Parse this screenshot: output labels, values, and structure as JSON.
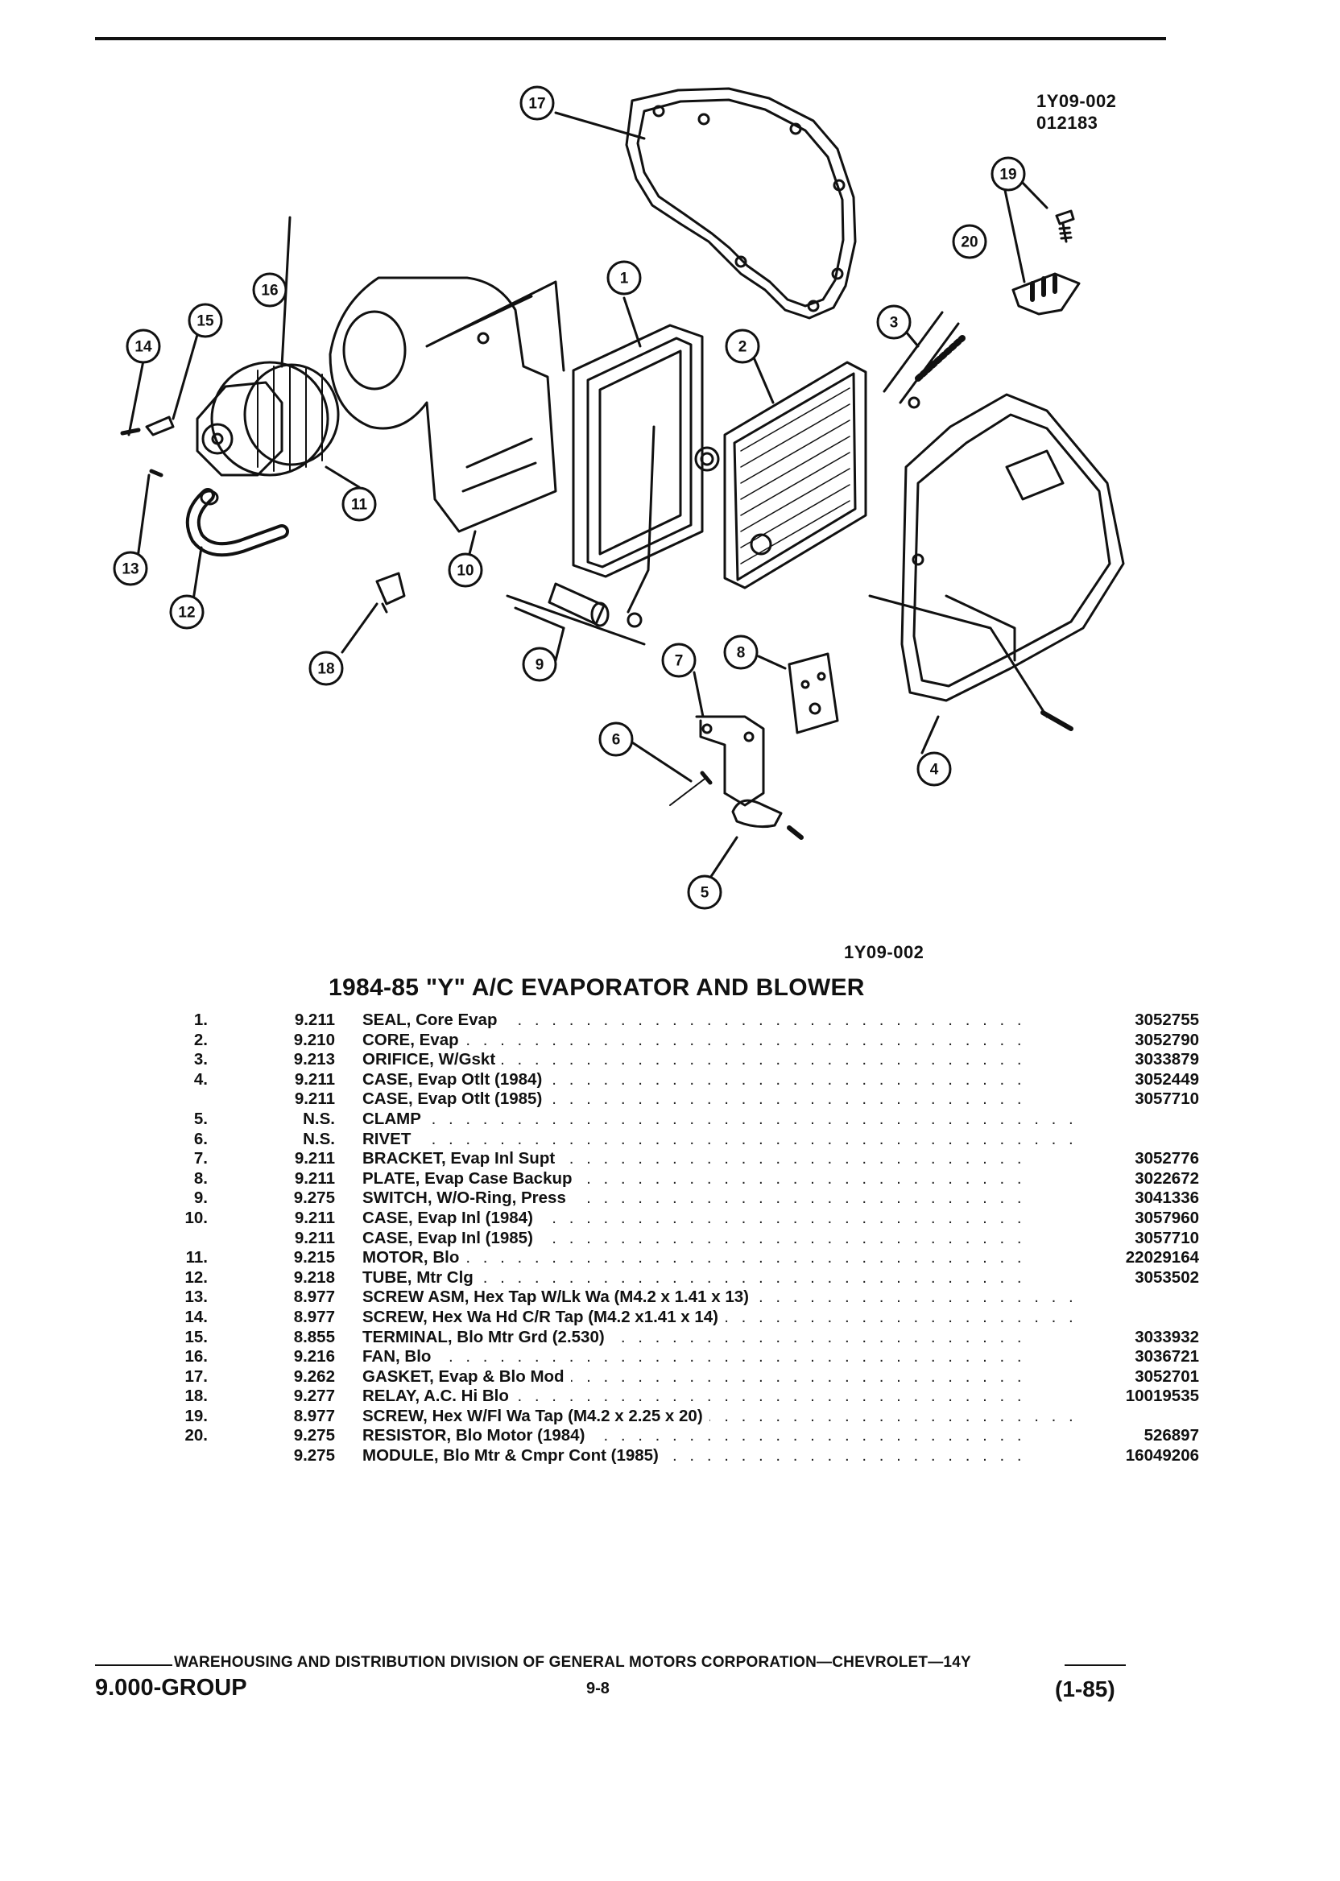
{
  "figure": {
    "id_top": "1Y09-002",
    "code_top": "012183",
    "id_bottom": "1Y09-002",
    "callouts": [
      "1",
      "2",
      "3",
      "4",
      "5",
      "6",
      "7",
      "8",
      "9",
      "10",
      "11",
      "12",
      "13",
      "14",
      "15",
      "16",
      "17",
      "18",
      "19",
      "20"
    ]
  },
  "section_title": "1984-85 \"Y\" A/C EVAPORATOR AND BLOWER",
  "parts": [
    {
      "num": "1.",
      "group": "9.211",
      "desc": "SEAL, Core Evap",
      "part": "3052755"
    },
    {
      "num": "2.",
      "group": "9.210",
      "desc": "CORE, Evap",
      "part": "3052790"
    },
    {
      "num": "3.",
      "group": "9.213",
      "desc": "ORIFICE, W/Gskt",
      "part": "3033879"
    },
    {
      "num": "4.",
      "group": "9.211",
      "desc": "CASE, Evap Otlt (1984)",
      "part": "3052449"
    },
    {
      "num": "",
      "group": "9.211",
      "desc": "CASE, Evap Otlt (1985)",
      "part": "3057710"
    },
    {
      "num": "5.",
      "group": "N.S.",
      "desc": "CLAMP",
      "part": ""
    },
    {
      "num": "6.",
      "group": "N.S.",
      "desc": "RIVET",
      "part": ""
    },
    {
      "num": "7.",
      "group": "9.211",
      "desc": "BRACKET, Evap Inl Supt",
      "part": "3052776"
    },
    {
      "num": "8.",
      "group": "9.211",
      "desc": "PLATE, Evap Case Backup",
      "part": "3022672"
    },
    {
      "num": "9.",
      "group": "9.275",
      "desc": "SWITCH, W/O-Ring, Press",
      "part": "3041336"
    },
    {
      "num": "10.",
      "group": "9.211",
      "desc": "CASE, Evap Inl (1984)",
      "part": "3057960"
    },
    {
      "num": "",
      "group": "9.211",
      "desc": "CASE, Evap Inl (1985)",
      "part": "3057710"
    },
    {
      "num": "11.",
      "group": "9.215",
      "desc": "MOTOR, Blo",
      "part": "22029164"
    },
    {
      "num": "12.",
      "group": "9.218",
      "desc": "TUBE, Mtr Clg",
      "part": "3053502"
    },
    {
      "num": "13.",
      "group": "8.977",
      "desc": "SCREW ASM, Hex Tap W/Lk Wa (M4.2 x 1.41 x 13)",
      "part": ""
    },
    {
      "num": "14.",
      "group": "8.977",
      "desc": "SCREW, Hex Wa Hd C/R Tap (M4.2 x1.41 x 14)",
      "part": ""
    },
    {
      "num": "15.",
      "group": "8.855",
      "desc": "TERMINAL, Blo Mtr Grd (2.530)",
      "part": "3033932"
    },
    {
      "num": "16.",
      "group": "9.216",
      "desc": "FAN, Blo",
      "part": "3036721"
    },
    {
      "num": "17.",
      "group": "9.262",
      "desc": "GASKET, Evap & Blo Mod",
      "part": "3052701"
    },
    {
      "num": "18.",
      "group": "9.277",
      "desc": "RELAY, A.C. Hi Blo",
      "part": "10019535"
    },
    {
      "num": "19.",
      "group": "8.977",
      "desc": "SCREW, Hex W/Fl Wa Tap (M4.2 x 2.25 x 20)",
      "part": ""
    },
    {
      "num": "20.",
      "group": "9.275",
      "desc": "RESISTOR, Blo Motor (1984)",
      "part": "526897"
    },
    {
      "num": "",
      "group": "9.275",
      "desc": "MODULE, Blo Mtr & Cmpr Cont (1985)",
      "part": "16049206"
    }
  ],
  "footer": {
    "org": "WAREHOUSING AND DISTRIBUTION DIVISION OF GENERAL MOTORS CORPORATION—CHEVROLET—14Y",
    "group": "9.000-GROUP",
    "page": "9-8",
    "date": "(1-85)"
  }
}
